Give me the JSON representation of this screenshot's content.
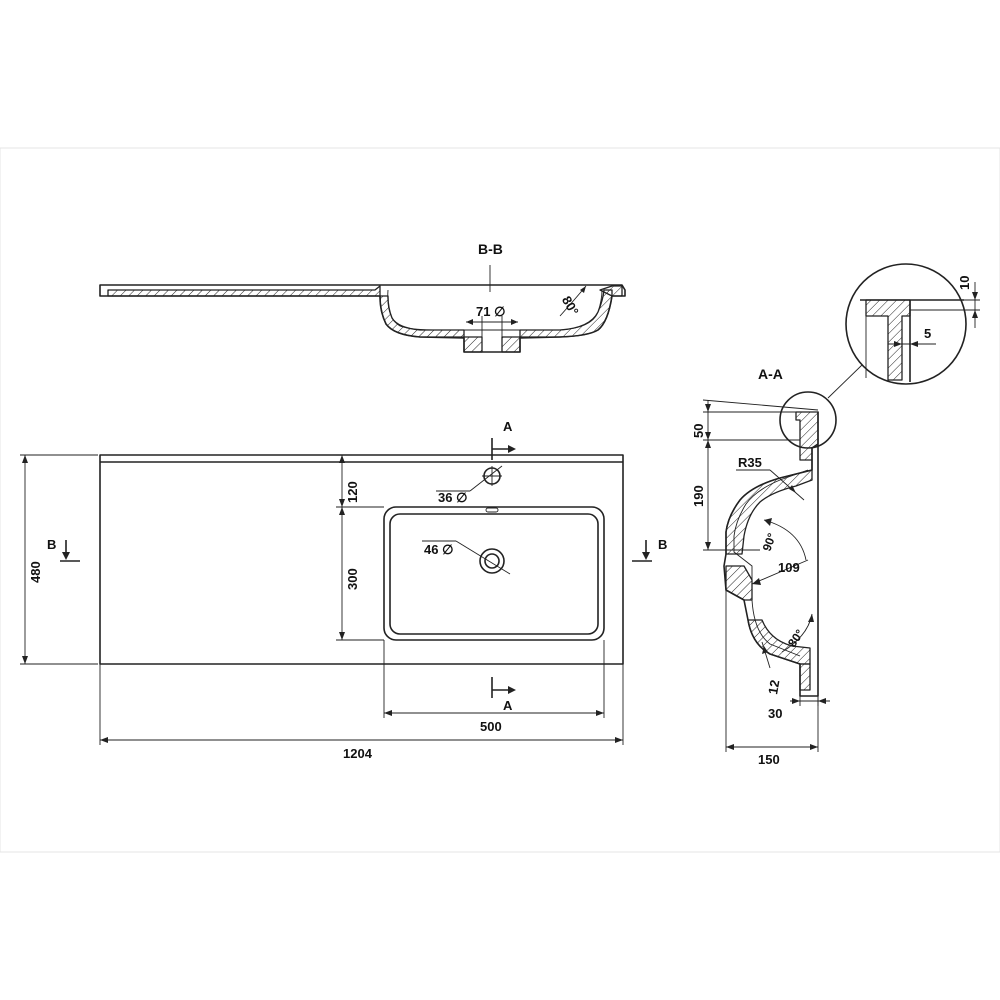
{
  "section_labels": {
    "bb_title": "B-B",
    "aa_title": "A-A",
    "cut_a": "A",
    "cut_b": "B"
  },
  "dimensions": {
    "total_length": "1204",
    "depth": "480",
    "basin_width": "500",
    "basin_depth": "300",
    "tap_offset": "120",
    "tap_hole": "36 ∅",
    "drain_hole": "46 ∅",
    "drain_bb": "71 ∅",
    "angle_bb": "80°",
    "top_height": "50",
    "bowl_height": "190",
    "radius": "R35",
    "angle_90": "90°",
    "inner_width": "109",
    "angle_80": "80°",
    "wall_12": "12",
    "offset_30": "30",
    "overall_height": "150",
    "detail_10": "10",
    "detail_5": "5"
  }
}
